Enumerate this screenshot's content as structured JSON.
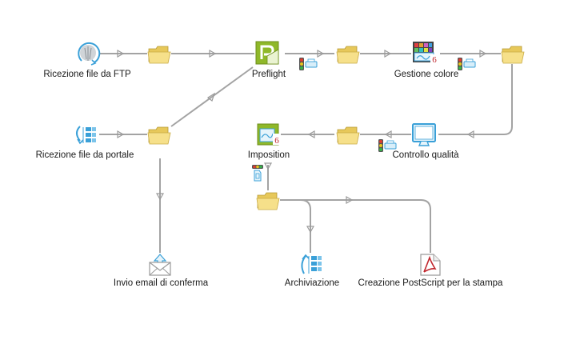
{
  "nodes": {
    "ftp": {
      "label": "Ricezione file da FTP",
      "icon": "ftp-receive-icon"
    },
    "preflight": {
      "label": "Preflight",
      "icon": "preflight-icon"
    },
    "color": {
      "label": "Gestione colore",
      "icon": "color-management-icon"
    },
    "portal": {
      "label": "Ricezione file da portale",
      "icon": "portal-receive-icon"
    },
    "quality": {
      "label": "Controllo qualità",
      "icon": "monitor-icon"
    },
    "imposition": {
      "label": "Imposition",
      "icon": "imposition-icon"
    },
    "email": {
      "label": "Invio email di conferma",
      "icon": "email-icon"
    },
    "archive": {
      "label": "Archiviazione",
      "icon": "archive-icon"
    },
    "postscript": {
      "label": "Creazione PostScript per la stampa",
      "icon": "pdf-icon"
    }
  },
  "colors": {
    "connector": "#a3a3a3",
    "folder": "#f2dc7a",
    "accent_blue": "#3aa0d8",
    "preflight_green": "#8fb829"
  }
}
